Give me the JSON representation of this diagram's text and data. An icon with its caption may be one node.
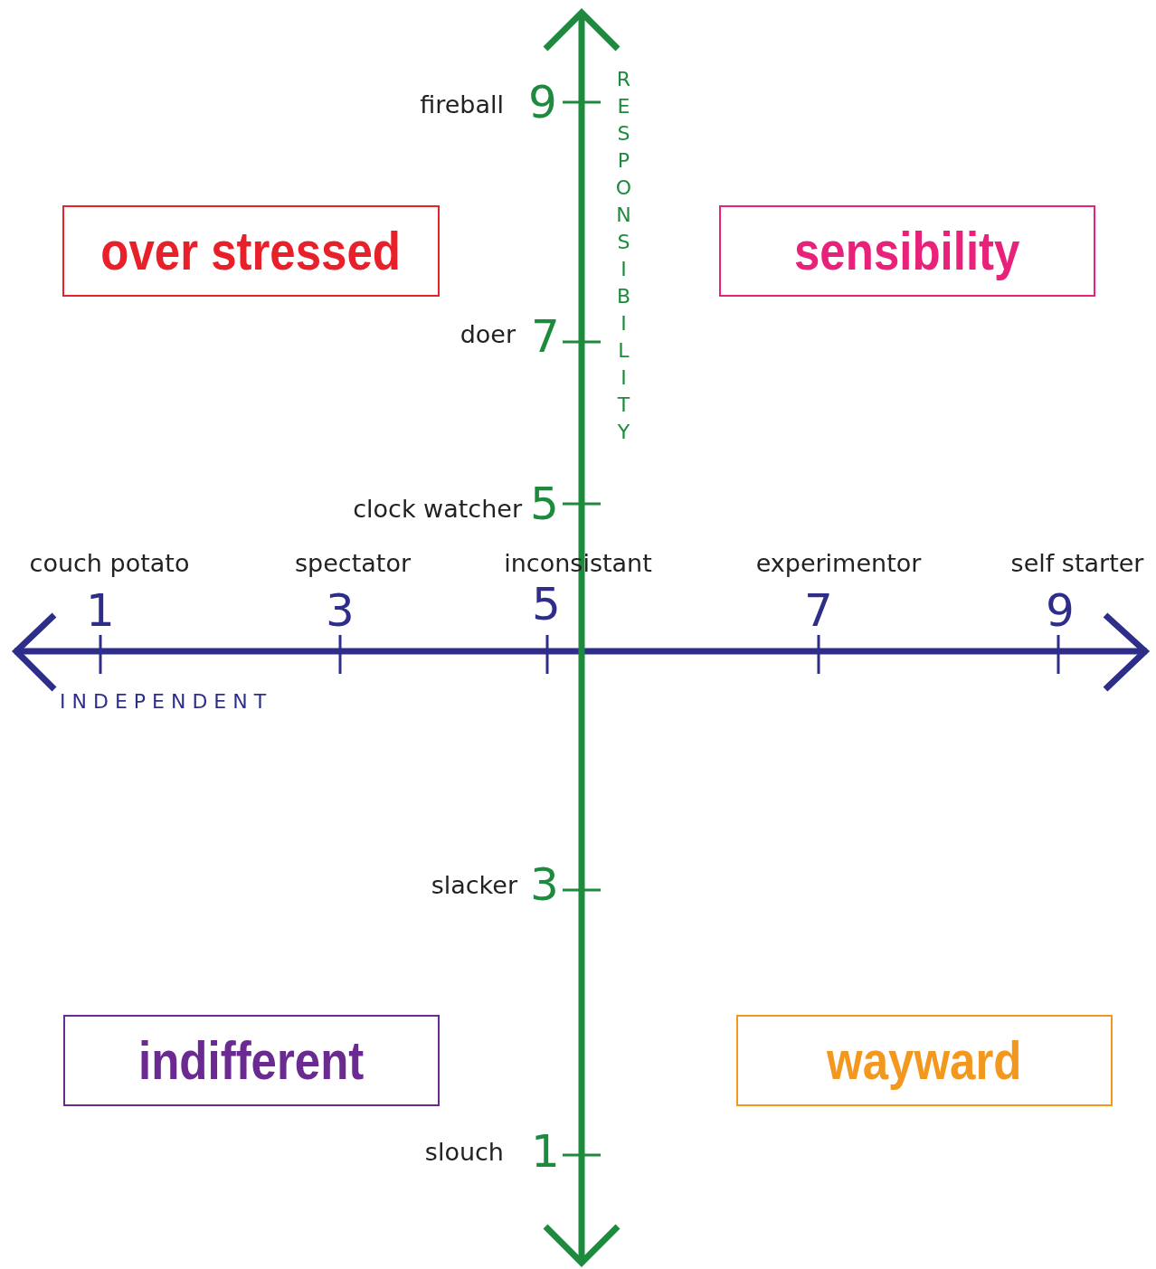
{
  "diagram": {
    "nodes": [
      {
        "text": [
          "over stressed"
        ]
      },
      {
        "text": [
          "sensibility"
        ]
      },
      {
        "text": [
          "indifferent"
        ]
      },
      {
        "text": [
          "wayward"
        ]
      }
    ],
    "labels": [
      "fireball",
      "9",
      "RESPONSIBILITY",
      "doer",
      "7",
      "clock watcher",
      "5",
      "couch potato",
      "spectator",
      "inconsistant",
      "experimentor",
      "self starter",
      "1",
      "3",
      "5",
      "7",
      "9",
      "INDEPENDENT",
      "slacker",
      "3",
      "slouch",
      "1"
    ]
  }
}
